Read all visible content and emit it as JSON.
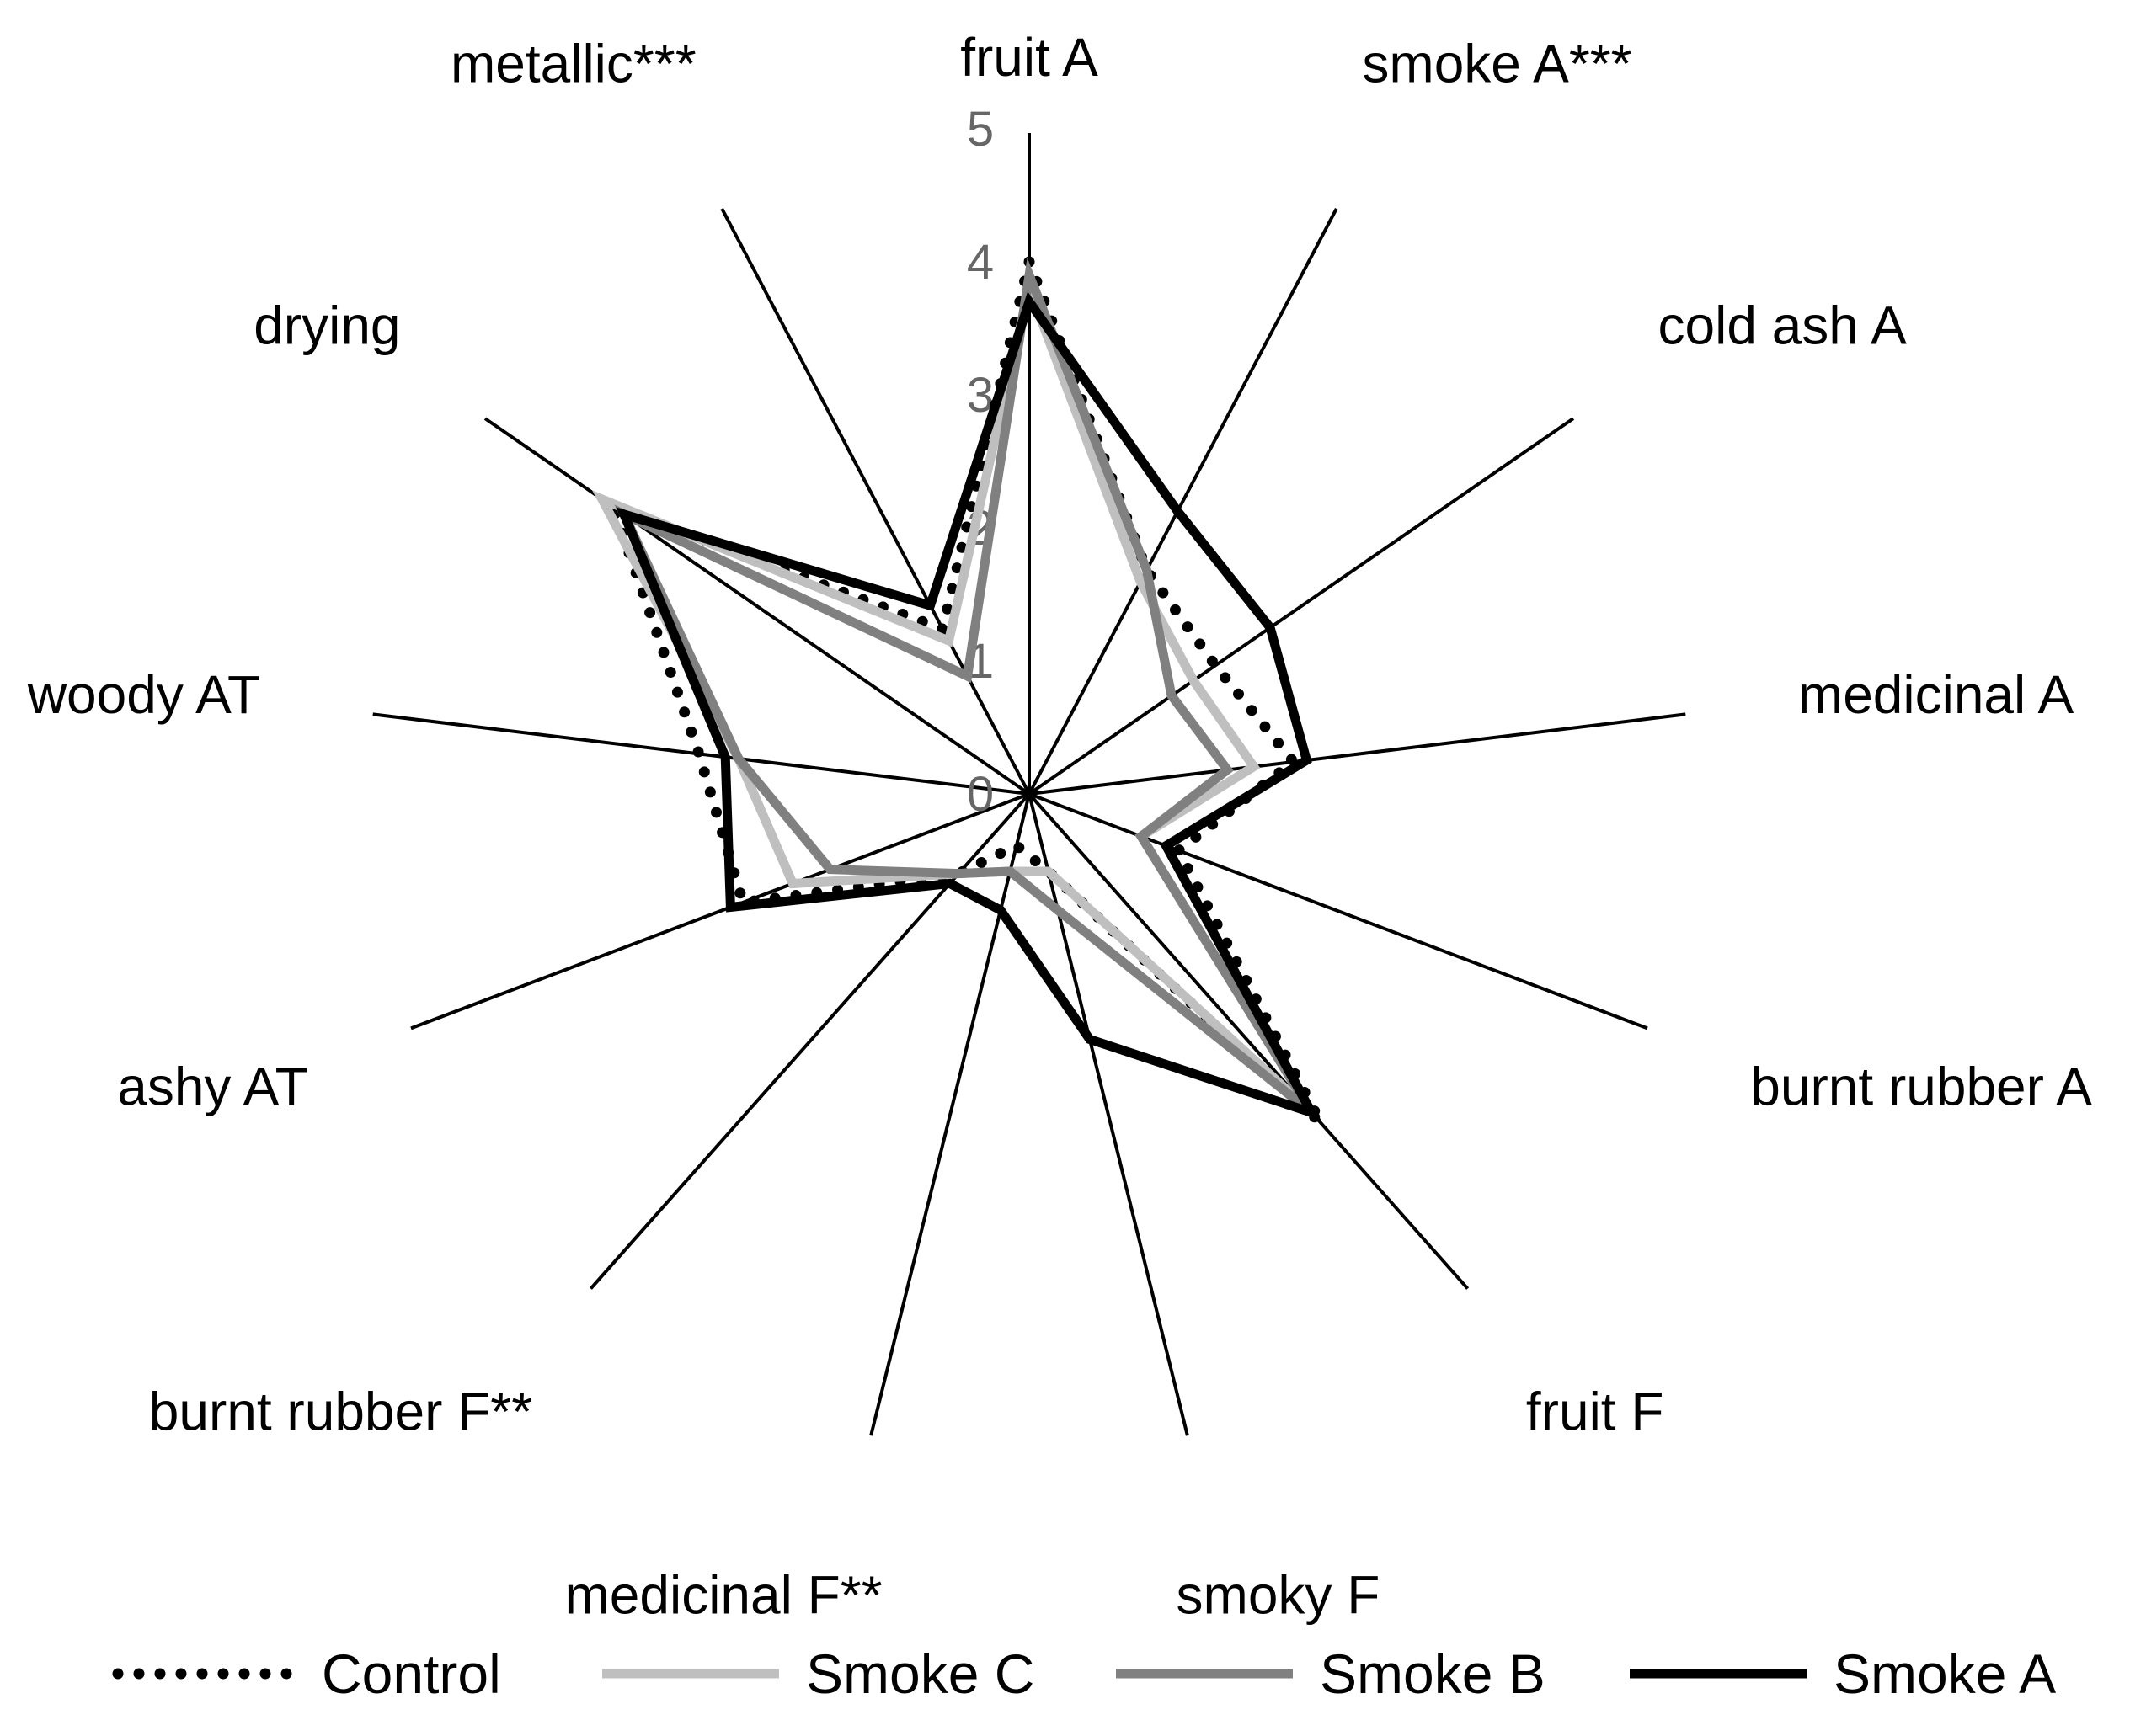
{
  "chart_data": {
    "type": "radar",
    "axes": [
      "fruit A",
      "smoke A***",
      "cold ash A",
      "medicinal A",
      "burnt rubber A",
      "fruit F",
      "smoky F",
      "medicinal F**",
      "burnt rubber F**",
      "ashy AT",
      "woody AT",
      "drying",
      "metallic***"
    ],
    "rlim": [
      0,
      5
    ],
    "ticks": [
      "0",
      "1",
      "2",
      "3",
      "4",
      "5"
    ],
    "legend_position": "bottom",
    "series": [
      {
        "name": "Control",
        "style": "dotted",
        "color": "#000000",
        "values": [
          4.0,
          1.9,
          1.7,
          2.0,
          1.2,
          3.3,
          0.6,
          0.4,
          0.8,
          2.3,
          2.5,
          3.8,
          1.4
        ]
      },
      {
        "name": "Smoke C",
        "style": "solid",
        "color": "#bfbfbf",
        "values": [
          3.8,
          1.8,
          1.5,
          1.7,
          0.9,
          3.2,
          0.6,
          0.6,
          0.8,
          1.9,
          2.2,
          3.9,
          1.3
        ]
      },
      {
        "name": "Smoke B",
        "style": "solid",
        "color": "#808080",
        "values": [
          3.9,
          1.9,
          1.3,
          1.5,
          0.9,
          3.2,
          0.9,
          0.6,
          0.8,
          1.6,
          2.2,
          3.7,
          1.0
        ]
      },
      {
        "name": "Smoke A",
        "style": "solid",
        "color": "#000000",
        "values": [
          3.7,
          2.4,
          2.2,
          2.1,
          1.1,
          3.2,
          1.9,
          0.9,
          0.9,
          2.4,
          2.3,
          3.7,
          1.6
        ]
      }
    ]
  }
}
